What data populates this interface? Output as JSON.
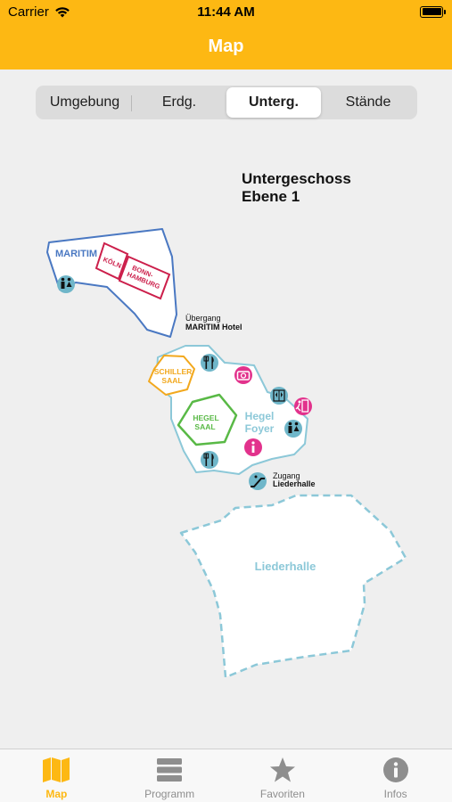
{
  "status_bar": {
    "carrier": "Carrier",
    "time": "11:44 AM"
  },
  "nav": {
    "title": "Map"
  },
  "segments": [
    {
      "label": "Umgebung",
      "active": false
    },
    {
      "label": "Erdg.",
      "active": false
    },
    {
      "label": "Unterg.",
      "active": true
    },
    {
      "label": "Stände",
      "active": false
    }
  ],
  "map": {
    "heading_line1": "Untergeschoss",
    "heading_line2": "Ebene 1",
    "maritim_label": "MARITIM",
    "koeln_label": "KÖLN",
    "bonn_line1": "BONN-",
    "bonn_line2": "HAMBURG",
    "uebergang_line1": "Übergang",
    "uebergang_line2": "MARITIM Hotel",
    "schiller_line1": "SCHILLER",
    "schiller_line2": "SAAL",
    "hegel_saal_line1": "HEGEL",
    "hegel_saal_line2": "SAAL",
    "hegel_foyer_line1": "Hegel",
    "hegel_foyer_line2": "Foyer",
    "zugang_line1": "Zugang",
    "zugang_line2": "Liederhalle",
    "liederhalle_label": "Liederhalle",
    "colors": {
      "maritim_outline": "#4a78c2",
      "rooms_red": "#cc1f4b",
      "schiller": "#f2a81d",
      "hegel": "#59b946",
      "foyer": "#8cc8d8",
      "icon_teal": "#6fb6c9",
      "icon_pink": "#e2328c"
    }
  },
  "tabs": [
    {
      "label": "Map",
      "icon": "map-icon",
      "active": true
    },
    {
      "label": "Programm",
      "icon": "list-icon",
      "active": false
    },
    {
      "label": "Favoriten",
      "icon": "star-icon",
      "active": false
    },
    {
      "label": "Infos",
      "icon": "info-icon",
      "active": false
    }
  ]
}
